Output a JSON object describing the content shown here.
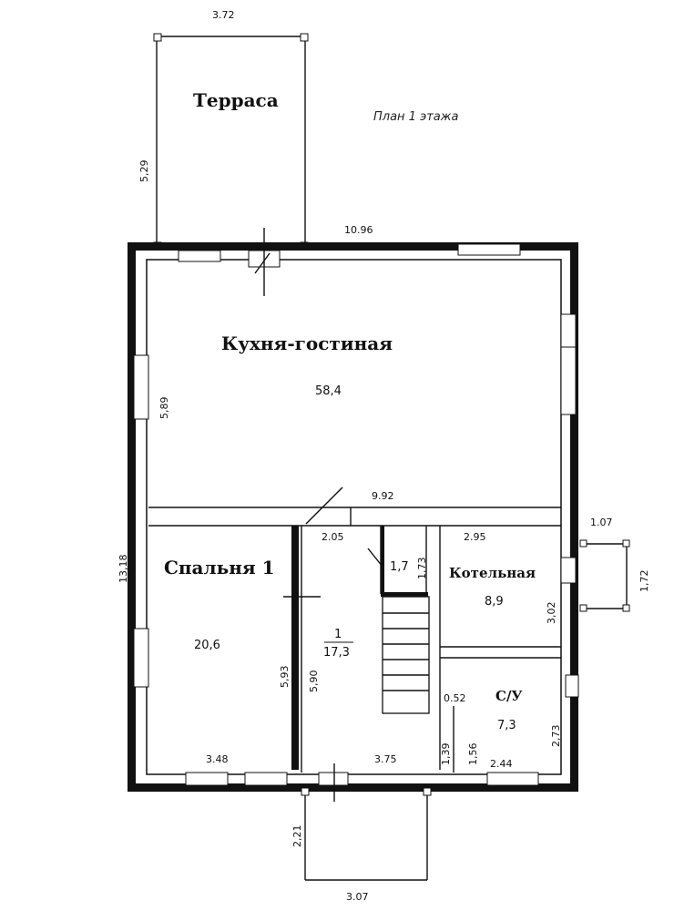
{
  "plan_title": "План 1 этажа",
  "rooms": {
    "terrace": {
      "label": "Терраса"
    },
    "kitchen": {
      "label": "Кухня-гостиная",
      "area": "58,4"
    },
    "bedroom": {
      "label": "Спальня 1",
      "area": "20,6"
    },
    "hall": {
      "number": "1",
      "area": "17,3"
    },
    "boiler": {
      "label": "Котельная",
      "area": "8,9"
    },
    "bath": {
      "label": "С/У",
      "area": "7,3"
    },
    "closet": {
      "area": "1,7"
    }
  },
  "dims": {
    "terrace_width": "3.72",
    "terrace_depth": "5,29",
    "house_width": "10.96",
    "house_depth": "13,18",
    "kitchen_depth": "5,89",
    "kitchen_width": "9.92",
    "hall_width": "2.05",
    "closet_depth": "1,73",
    "boiler_width": "2.95",
    "boiler_depth": "3,02",
    "porch_side_width": "1.07",
    "porch_side_depth": "1,72",
    "bedroom_depth": "5,93",
    "hall_depth": "5,90",
    "bath_gap": "0.52",
    "bath_depth": "2,73",
    "bath_step1": "1,39",
    "bath_step2": "1,56",
    "bedroom_width": "3.48",
    "hall_bottom_width": "3.75",
    "bath_width": "2.44",
    "porch_front_depth": "2,21",
    "porch_front_width": "3.07"
  }
}
